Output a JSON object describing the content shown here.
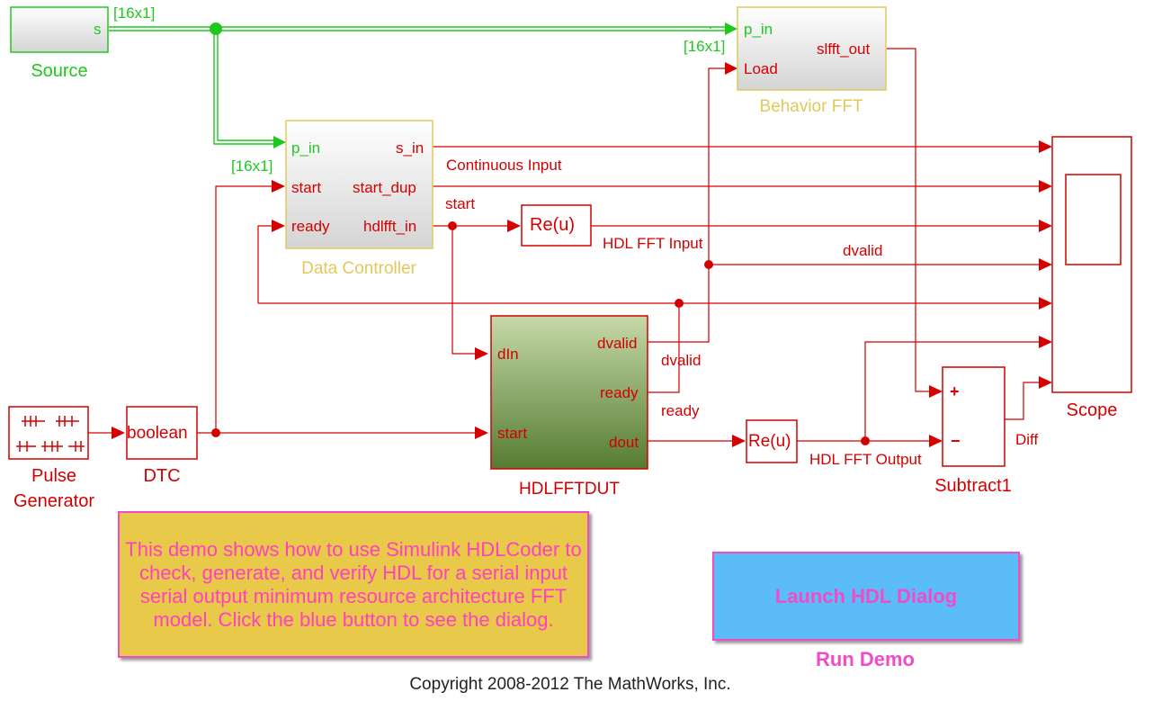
{
  "colors": {
    "signal": "#d40000",
    "vector_signal": "#1ec81e",
    "behavior_block": "#e2c95a",
    "annotation_bg": "#e8c94a",
    "annotation_text": "#ff40c0",
    "button_bg": "#5bbcf7",
    "button_text": "#f04cc8"
  },
  "blocks": {
    "source": {
      "name": "Source",
      "port_out": "s"
    },
    "behavior_fft": {
      "name": "Behavior FFT",
      "port_in1": "p_in",
      "port_in2": "Load",
      "port_out": "slfft_out"
    },
    "data_controller": {
      "name": "Data Controller",
      "in1": "p_in",
      "in2": "start",
      "in3": "ready",
      "out1": "s_in",
      "out2": "start_dup",
      "out3": "hdlfft_in"
    },
    "re_input": {
      "label": "Re(u)"
    },
    "re_output": {
      "label": "Re(u)"
    },
    "hdlfftdut": {
      "name": "HDLFFTDUT",
      "in1": "dIn",
      "in2": "start",
      "out1": "dvalid",
      "out2": "ready",
      "out3": "dout"
    },
    "pulse_generator": {
      "name_line1": "Pulse",
      "name_line2": "Generator"
    },
    "dtc": {
      "name": "DTC",
      "label": "boolean"
    },
    "subtract": {
      "name": "Subtract1",
      "plus": "+",
      "minus": "−"
    },
    "scope": {
      "name": "Scope"
    }
  },
  "signals": {
    "dim1": "[16x1]",
    "dim2": "[16x1]",
    "dim3": "[16x1]",
    "continuous_input": "Continuous Input",
    "start": "start",
    "hdl_fft_input": "HDL FFT Input",
    "dvalid_top": "dvalid",
    "dvalid_dut": "dvalid",
    "ready_dut": "ready",
    "hdl_fft_output": "HDL FFT Output",
    "diff": "Diff"
  },
  "annotation": {
    "text": "This demo shows how to use Simulink HDLCoder to check, generate, and verify HDL for a serial input serial output minimum resource architecture FFT model. Click the blue button to see the dialog."
  },
  "launch_button": {
    "label": "Launch HDL Dialog"
  },
  "run_demo": "Run Demo",
  "copyright": "Copyright 2008-2012 The MathWorks, Inc."
}
